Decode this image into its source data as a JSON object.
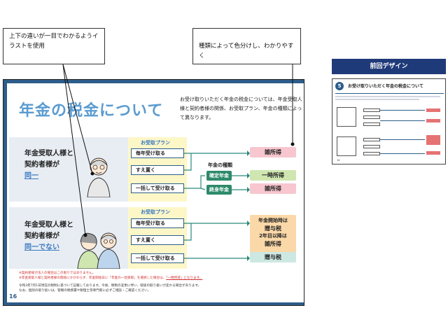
{
  "callouts": {
    "left": "上下の違いが一目でわかるようイラストを使用",
    "right": "種類によって色分けし、わかりやすく"
  },
  "slide": {
    "title": "年金の税金について",
    "intro": "お受け取りいただく年金の税金については、年金受取人様と契約者様の関係、お受取プラン、年金の種類によって異なります。",
    "case1": {
      "line1": "年金受取人様と",
      "line2": "契約者様が",
      "same": "同一"
    },
    "case2": {
      "line1": "年金受取人様と",
      "line2": "契約者様が",
      "same": "同一でない"
    },
    "plan_title": "お受取プラン",
    "plans1": [
      "毎年受け取る",
      "すえ置く",
      "一括して受け取る"
    ],
    "plans2": [
      "毎年受け取る",
      "すえ置く",
      "一括して受け取る"
    ],
    "kind_title": "年金の種類",
    "kinds": [
      "確定年金",
      "終身年金"
    ],
    "results1": {
      "top": "雑所得",
      "mid": "一時所得",
      "bottom": "雑所得"
    },
    "results2": {
      "line1": "年金開始時は",
      "line2": "贈与税",
      "line3": "2年目以降は",
      "line4": "雑所得",
      "bottom": "贈与税"
    },
    "notes": {
      "n1": "※契約者様が法人の場合はこの限りではありません。",
      "n2_pre": "※年金受取人様と契約者様の関係にかかわらず、年金開始日に「年金の一括受取」を選択した場合は、",
      "n2_em": "「一時所得」となります。",
      "n3": "令和3年7月1日現在の税制に基づいて記載しております。今後、税制の変更に伴い、取扱の取り扱いが変わる場合があります。",
      "n4": "なお、個別の取り扱いは、管轄の税務署や税理士等専門家に必ずご相談・ご確認ください。"
    },
    "page": "16"
  },
  "previous": {
    "label": "前回デザイン",
    "number": "5",
    "title": "お受け取りいただく年金の税金について",
    "page": "14"
  },
  "colors": {
    "accent": "#2d5d8a",
    "title_blue": "#5a9bd1",
    "pink": "#f7c6cf",
    "green": "#cfe6b0",
    "peach": "#fbd8a8",
    "teal": "#cde8e2",
    "plan_yellow": "#fdf7c8"
  }
}
